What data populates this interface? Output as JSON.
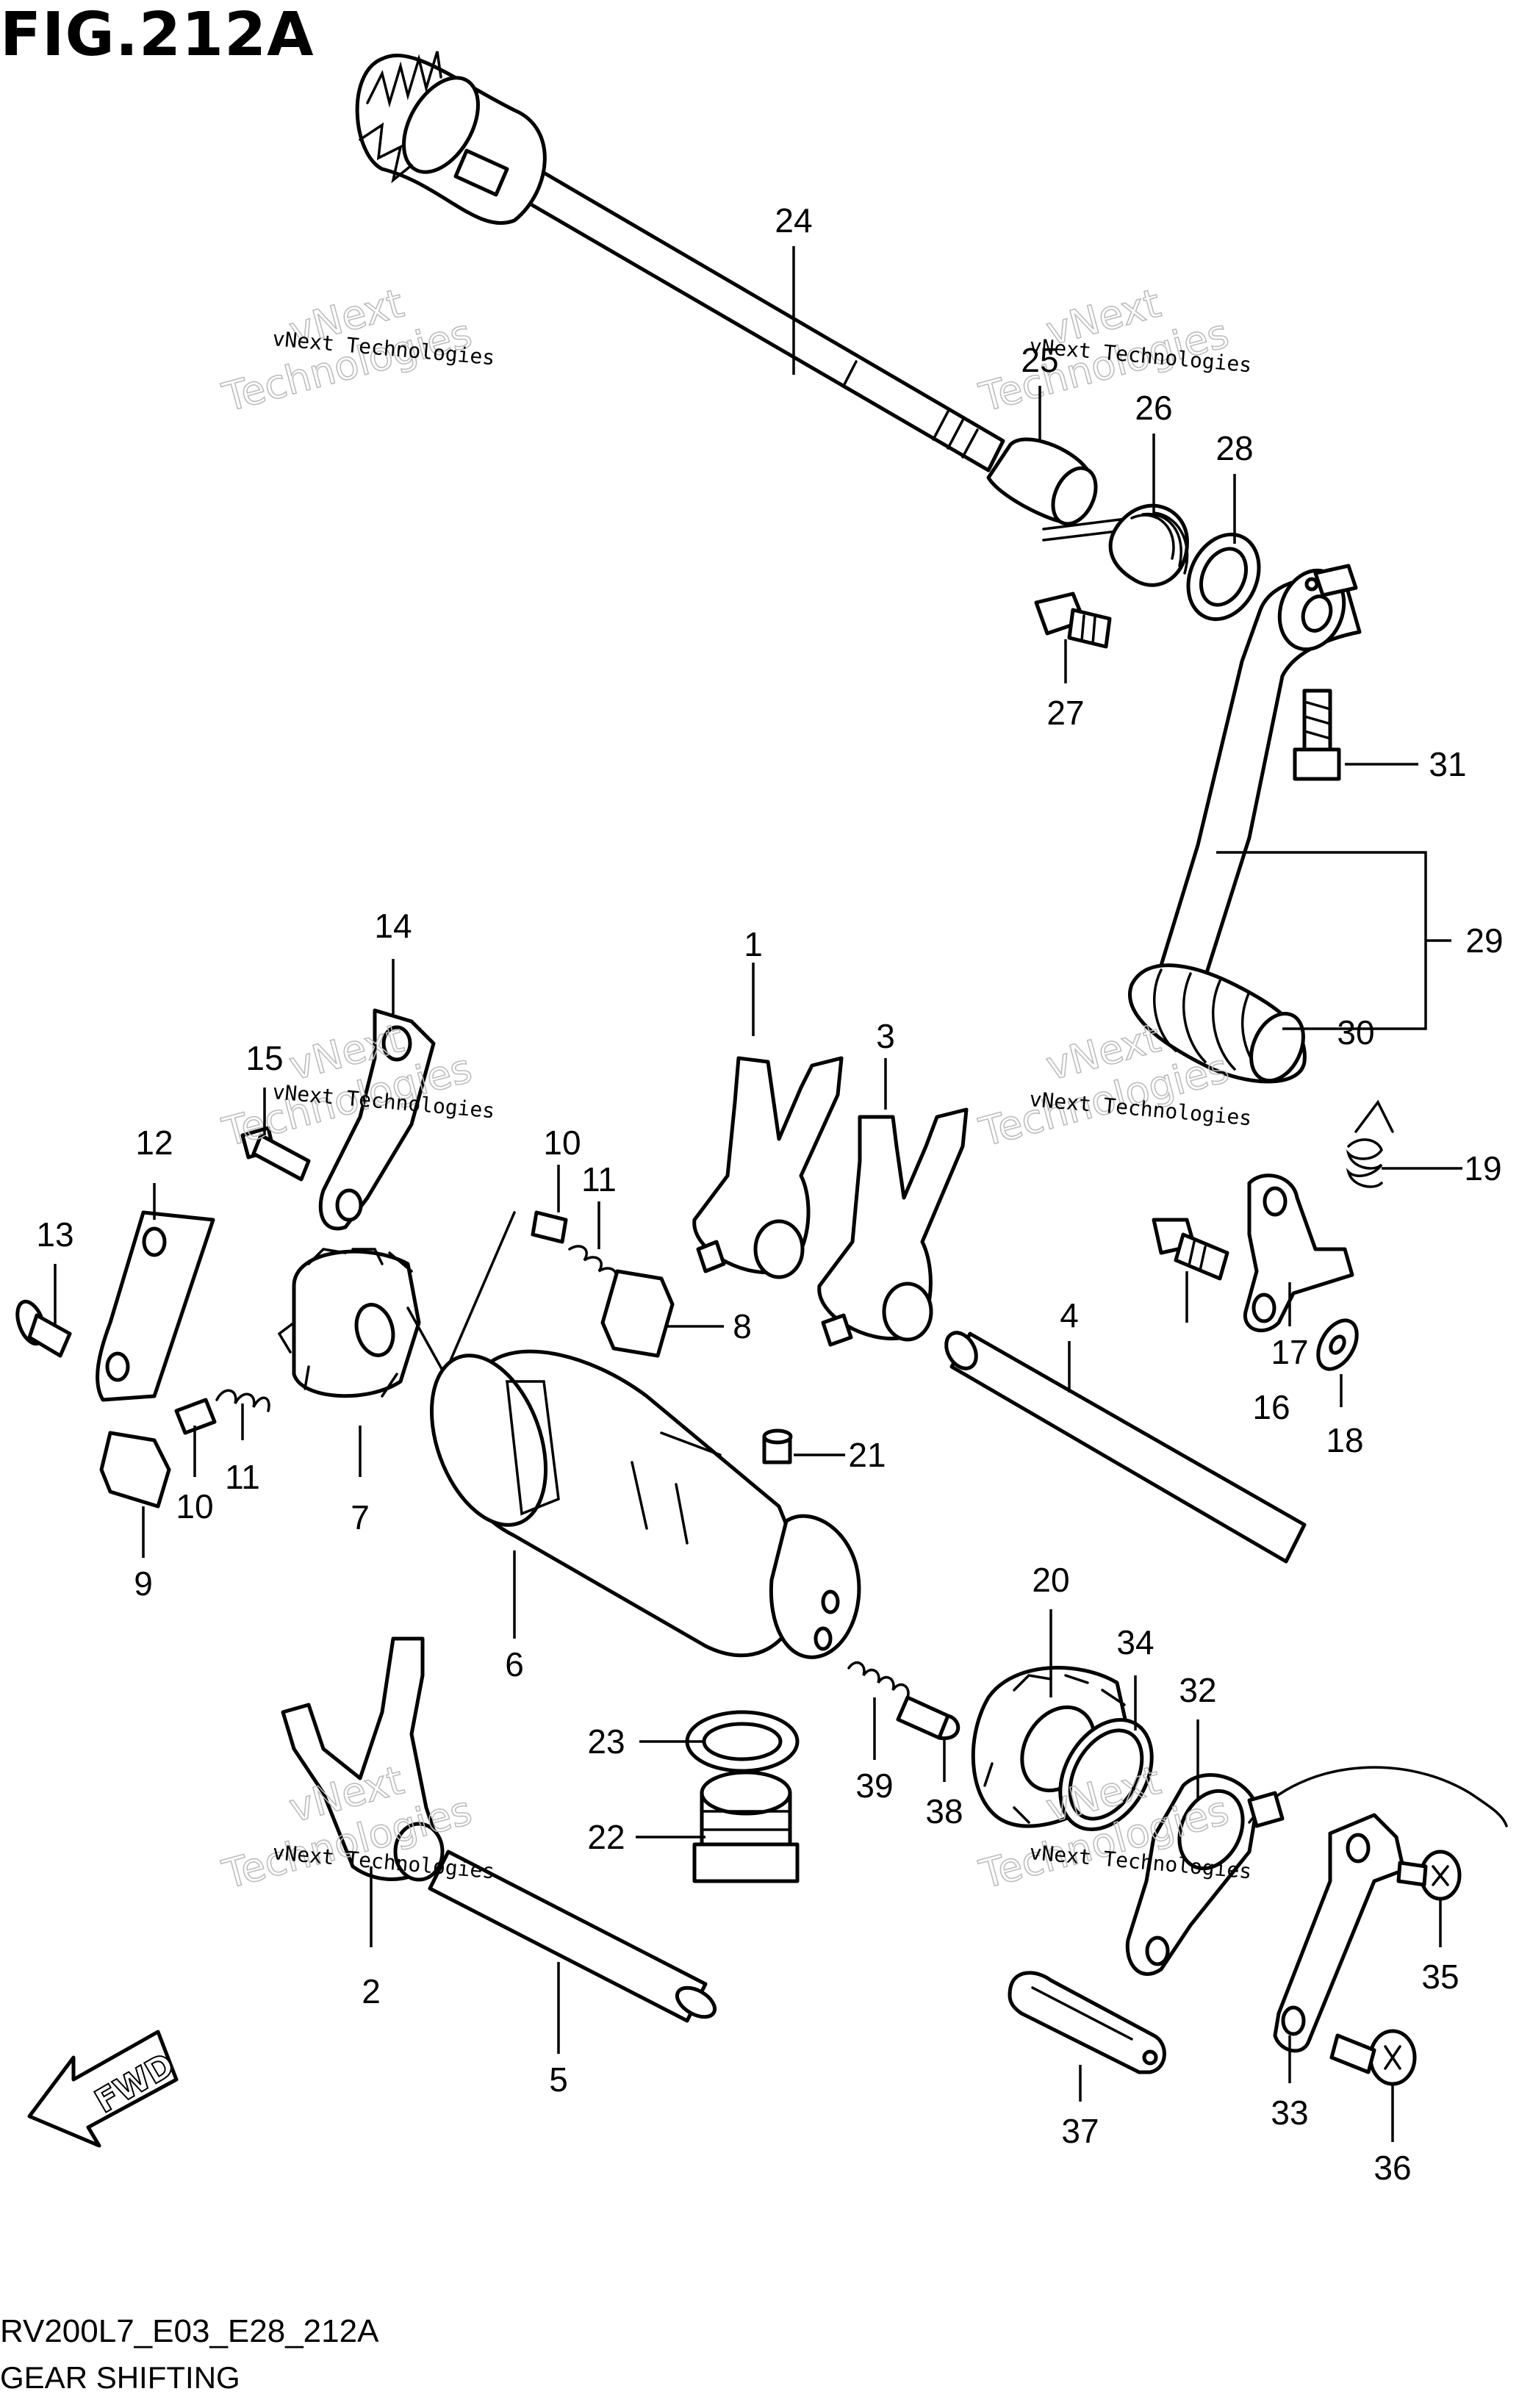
{
  "figure": {
    "title": "FIG.212A",
    "model_code": "RV200L7_E03_E28_212A",
    "section_name": "GEAR SHIFTING"
  },
  "watermark": {
    "line1": "vNext Technologies",
    "line2": "vNext",
    "line3": "Technologies"
  },
  "direction_badge": {
    "label": "FWD",
    "icon": "forward-arrow-icon"
  },
  "callouts": [
    "1",
    "2",
    "3",
    "4",
    "5",
    "6",
    "7",
    "8",
    "9",
    "10",
    "10",
    "11",
    "11",
    "12",
    "13",
    "14",
    "15",
    "16",
    "17",
    "18",
    "19",
    "20",
    "21",
    "22",
    "23",
    "24",
    "25",
    "26",
    "27",
    "28",
    "29",
    "30",
    "31",
    "32",
    "33",
    "34",
    "35",
    "36",
    "37",
    "38",
    "39"
  ],
  "colors": {
    "line": "#000000",
    "background": "#ffffff",
    "watermark": "#bdbdbd"
  }
}
